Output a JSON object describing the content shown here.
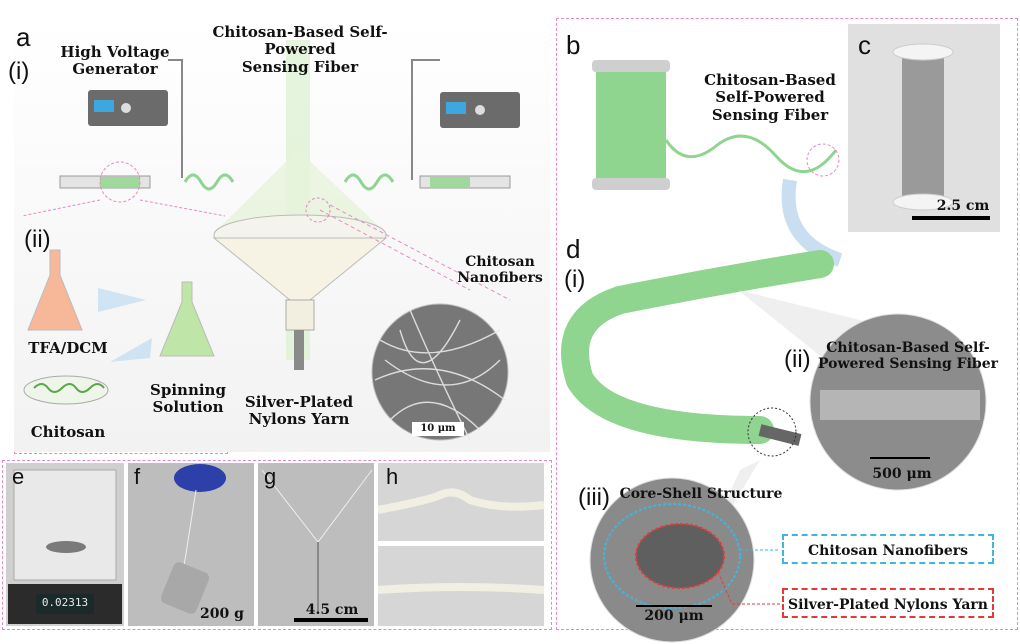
{
  "panels": {
    "a": "a",
    "a_i": "(i)",
    "a_ii": "(ii)",
    "b": "b",
    "c": "c",
    "d": "d",
    "d_i": "(i)",
    "d_ii": "(ii)",
    "d_iii": "(iii)",
    "e": "e",
    "f": "f",
    "g": "g",
    "h": "h"
  },
  "labels": {
    "hv_generator_line1": "High Voltage",
    "hv_generator_line2": "Generator",
    "fiber_title_line1": "Chitosan-Based Self-Powered",
    "fiber_title_line2": "Sensing Fiber",
    "nanofibers_line1": "Chitosan",
    "nanofibers_line2": "Nanofibers",
    "tfa_dcm": "TFA/DCM",
    "chitosan": "Chitosan",
    "spinning_line1": "Spinning",
    "spinning_line2": "Solution",
    "yarn_line1": "Silver-Plated",
    "yarn_line2": "Nylons Yarn",
    "sem_scale": "10 μm",
    "b_fiber_line1": "Chitosan-Based",
    "b_fiber_line2": "Self-Powered",
    "b_fiber_line3": "Sensing Fiber",
    "c_scale": "2.5 cm",
    "dii_line1": "Chitosan-Based Self-",
    "dii_line2": "Powered Sensing Fiber",
    "dii_scale": "500 μm",
    "core_shell": "Core-Shell Structure",
    "diii_scale": "200 μm",
    "legend_nanofibers": "Chitosan Nanofibers",
    "legend_yarn": "Silver-Plated Nylons Yarn",
    "weight": "200 g",
    "g_scale": "4.5 cm",
    "balance_readout": "0.02313"
  },
  "colors": {
    "fiber_green": "#8fd48f",
    "dash_pink": "#e58ac8",
    "legend_blue": "#3fb6e0",
    "legend_red": "#e03a3a"
  }
}
